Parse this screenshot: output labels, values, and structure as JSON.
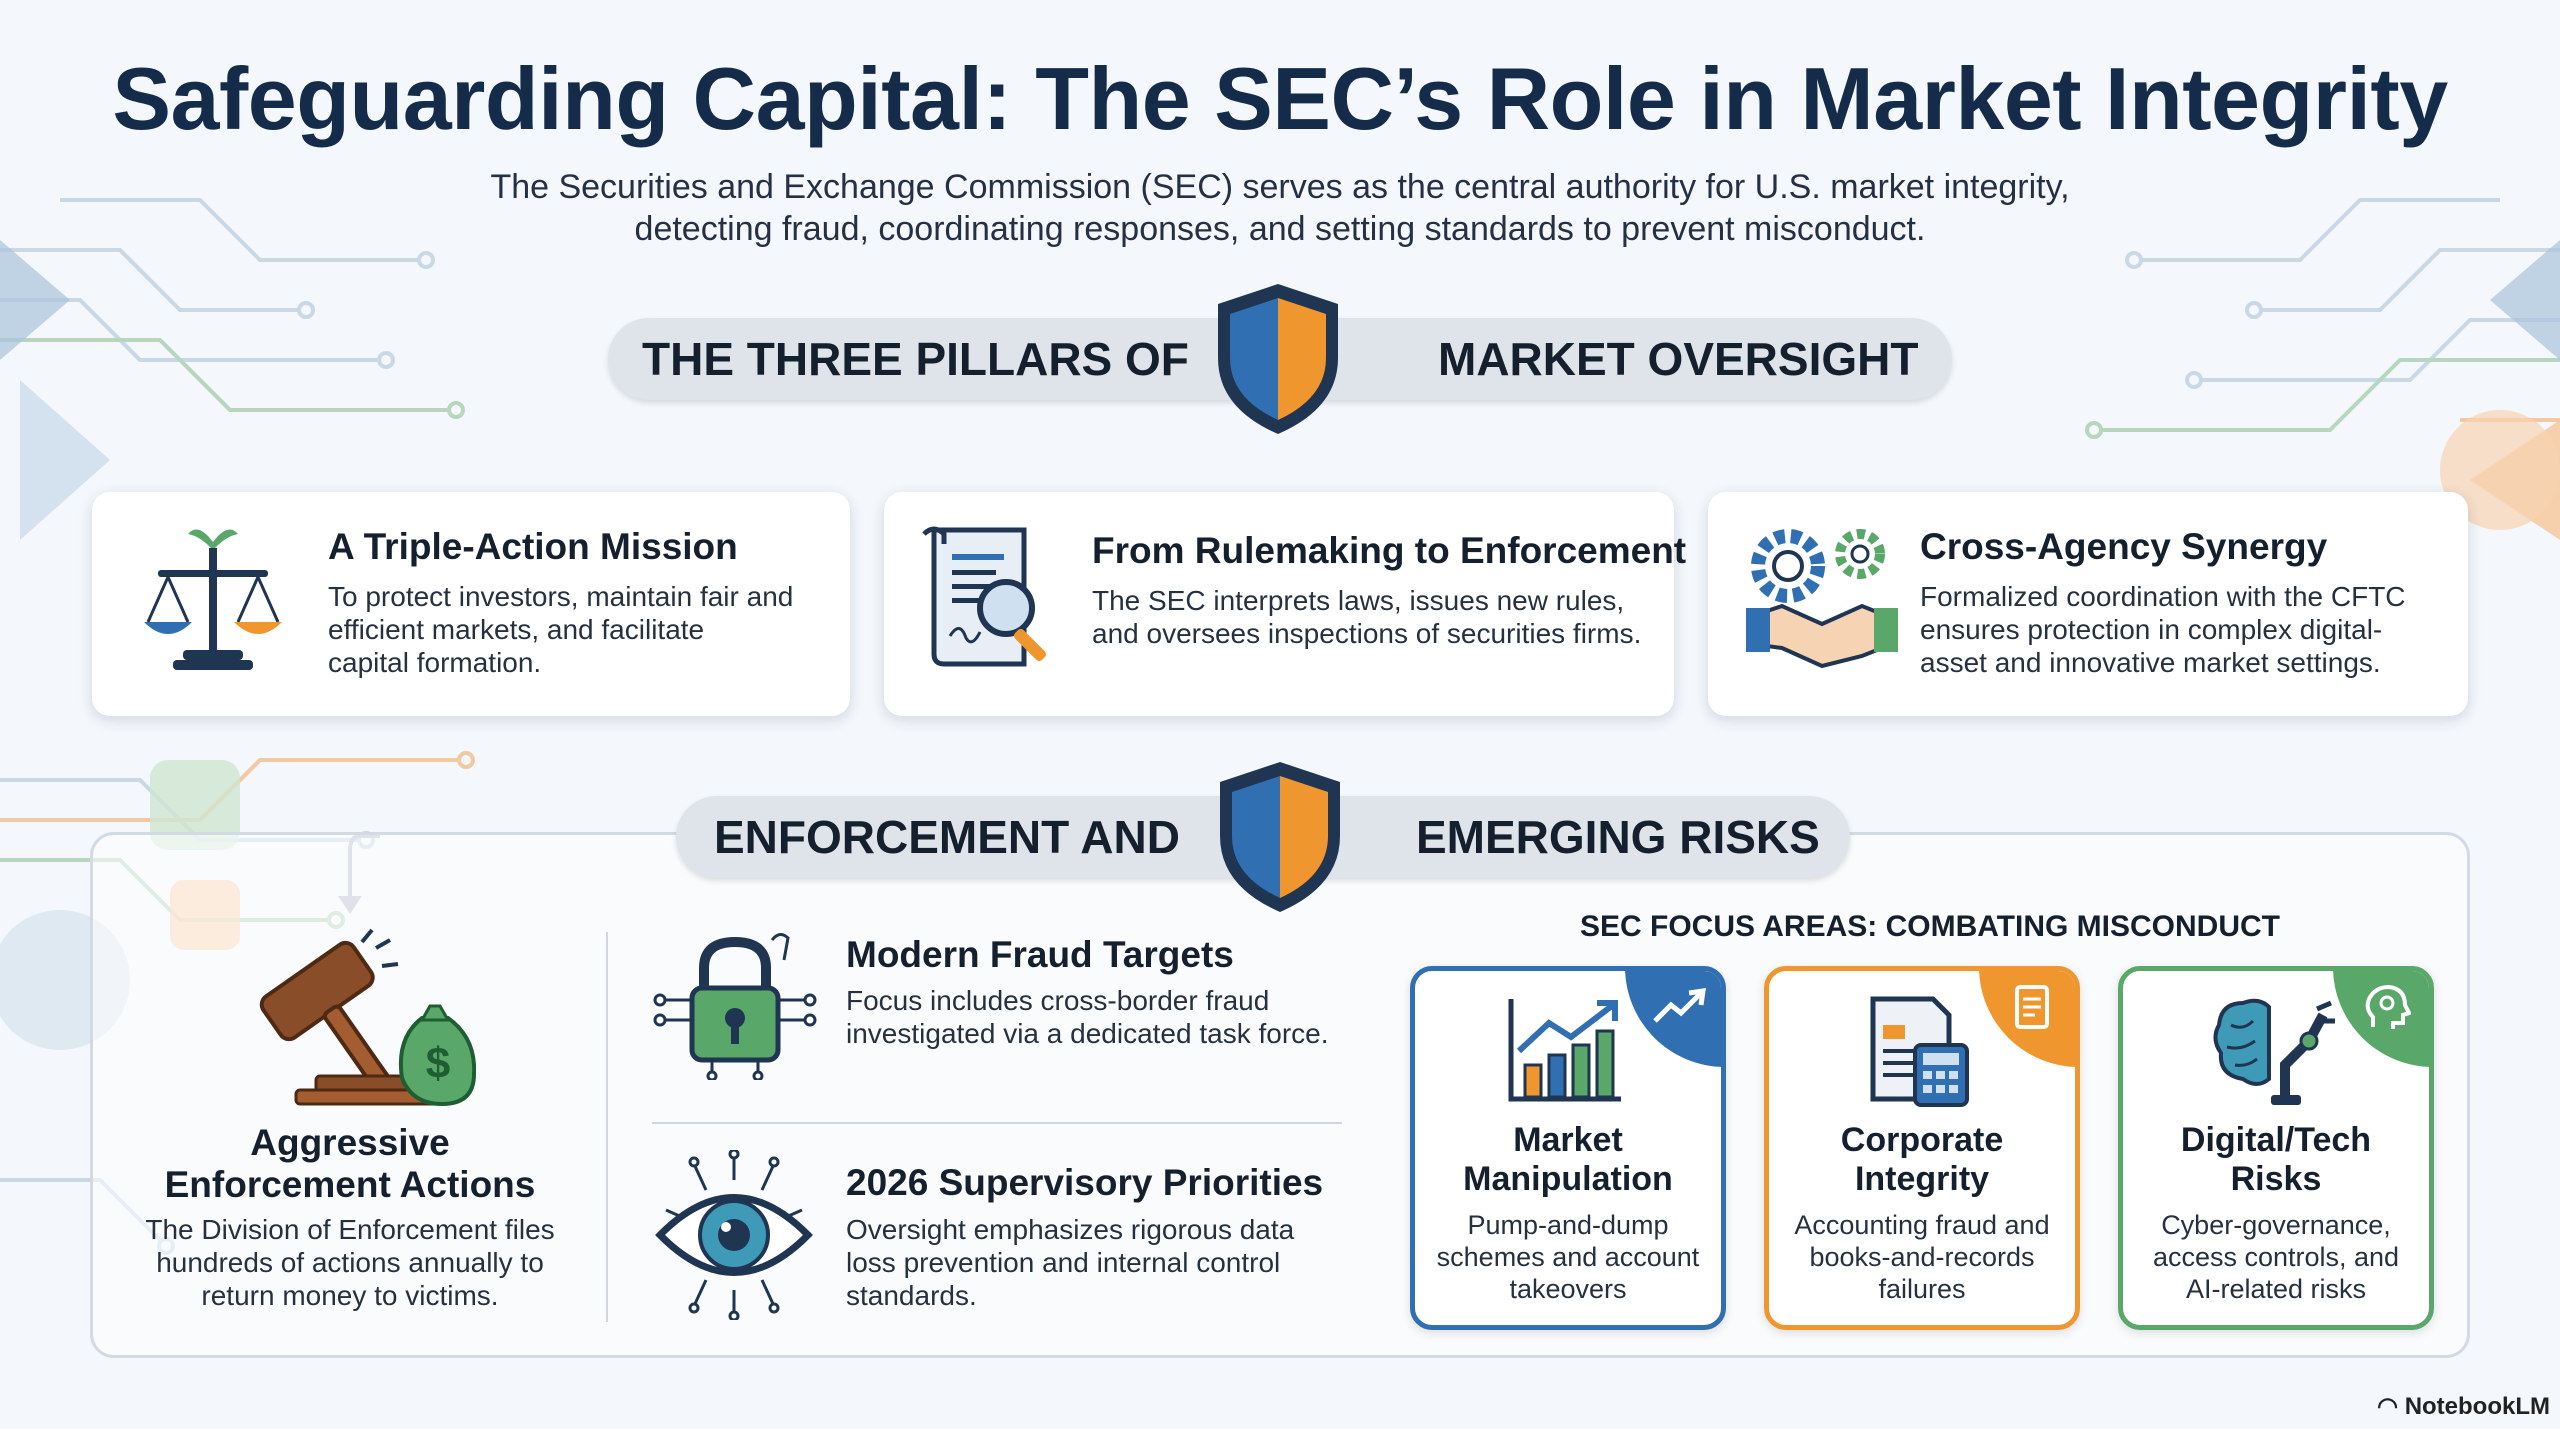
{
  "title": "Safeguarding Capital: The SEC’s Role in Market Integrity",
  "subtitle_line1": "The Securities and Exchange Commission (SEC) serves as the central authority for U.S. market integrity,",
  "subtitle_line2": "detecting fraud, coordinating responses, and setting standards to prevent misconduct.",
  "section1": {
    "left": "THE THREE PILLARS OF",
    "right": "MARKET OVERSIGHT"
  },
  "pillars": [
    {
      "title": "A Triple-Action Mission",
      "lines": [
        "To protect investors, maintain fair and",
        "efficient markets, and facilitate",
        "capital formation."
      ],
      "icon": "scales-icon"
    },
    {
      "title": "From Rulemaking to Enforcement",
      "lines": [
        "The SEC interprets laws, issues new rules,",
        "and oversees inspections of securities firms."
      ],
      "icon": "document-magnifier-icon"
    },
    {
      "title": "Cross-Agency Synergy",
      "lines": [
        "Formalized coordination with the CFTC",
        "ensures protection in complex digital-",
        "asset and innovative market settings."
      ],
      "icon": "gears-handshake-icon"
    }
  ],
  "section2": {
    "left": "ENFORCEMENT AND",
    "right": "EMERGING RISKS"
  },
  "enforcement": {
    "title_line1": "Aggressive",
    "title_line2": "Enforcement Actions",
    "lines": [
      "The Division of Enforcement files",
      "hundreds of actions annually to",
      "return money to victims."
    ],
    "icon": "gavel-money-icon"
  },
  "fraud": {
    "title": "Modern Fraud Targets",
    "lines": [
      "Focus includes cross-border fraud",
      "investigated via a dedicated task force."
    ],
    "icon": "padlock-circuit-icon"
  },
  "priorities": {
    "title": "2026 Supervisory Priorities",
    "lines": [
      "Oversight emphasizes rigorous data",
      "loss prevention and internal control",
      "standards."
    ],
    "icon": "eye-circuit-icon"
  },
  "focus": {
    "title": "SEC FOCUS AREAS: COMBATING MISCONDUCT",
    "cards": [
      {
        "title_lines": [
          "Market",
          "Manipulation"
        ],
        "lines": [
          "Pump-and-dump",
          "schemes and account",
          "takeovers"
        ],
        "color": "#2f6fb2",
        "icon": "chart-up-icon"
      },
      {
        "title_lines": [
          "Corporate",
          "Integrity"
        ],
        "lines": [
          "Accounting fraud and",
          "books-and-records",
          "failures"
        ],
        "color": "#f0962e",
        "icon": "calculator-document-icon"
      },
      {
        "title_lines": [
          "Digital/Tech",
          "Risks"
        ],
        "lines": [
          "Cyber-governance,",
          "access controls, and",
          "AI-related risks"
        ],
        "color": "#5aa76a",
        "icon": "brain-robot-icon"
      }
    ]
  },
  "brand": "NotebookLM",
  "colors": {
    "navy": "#142c4a",
    "blue": "#2f6fb2",
    "orange": "#f0962e",
    "green": "#5aa76a"
  }
}
